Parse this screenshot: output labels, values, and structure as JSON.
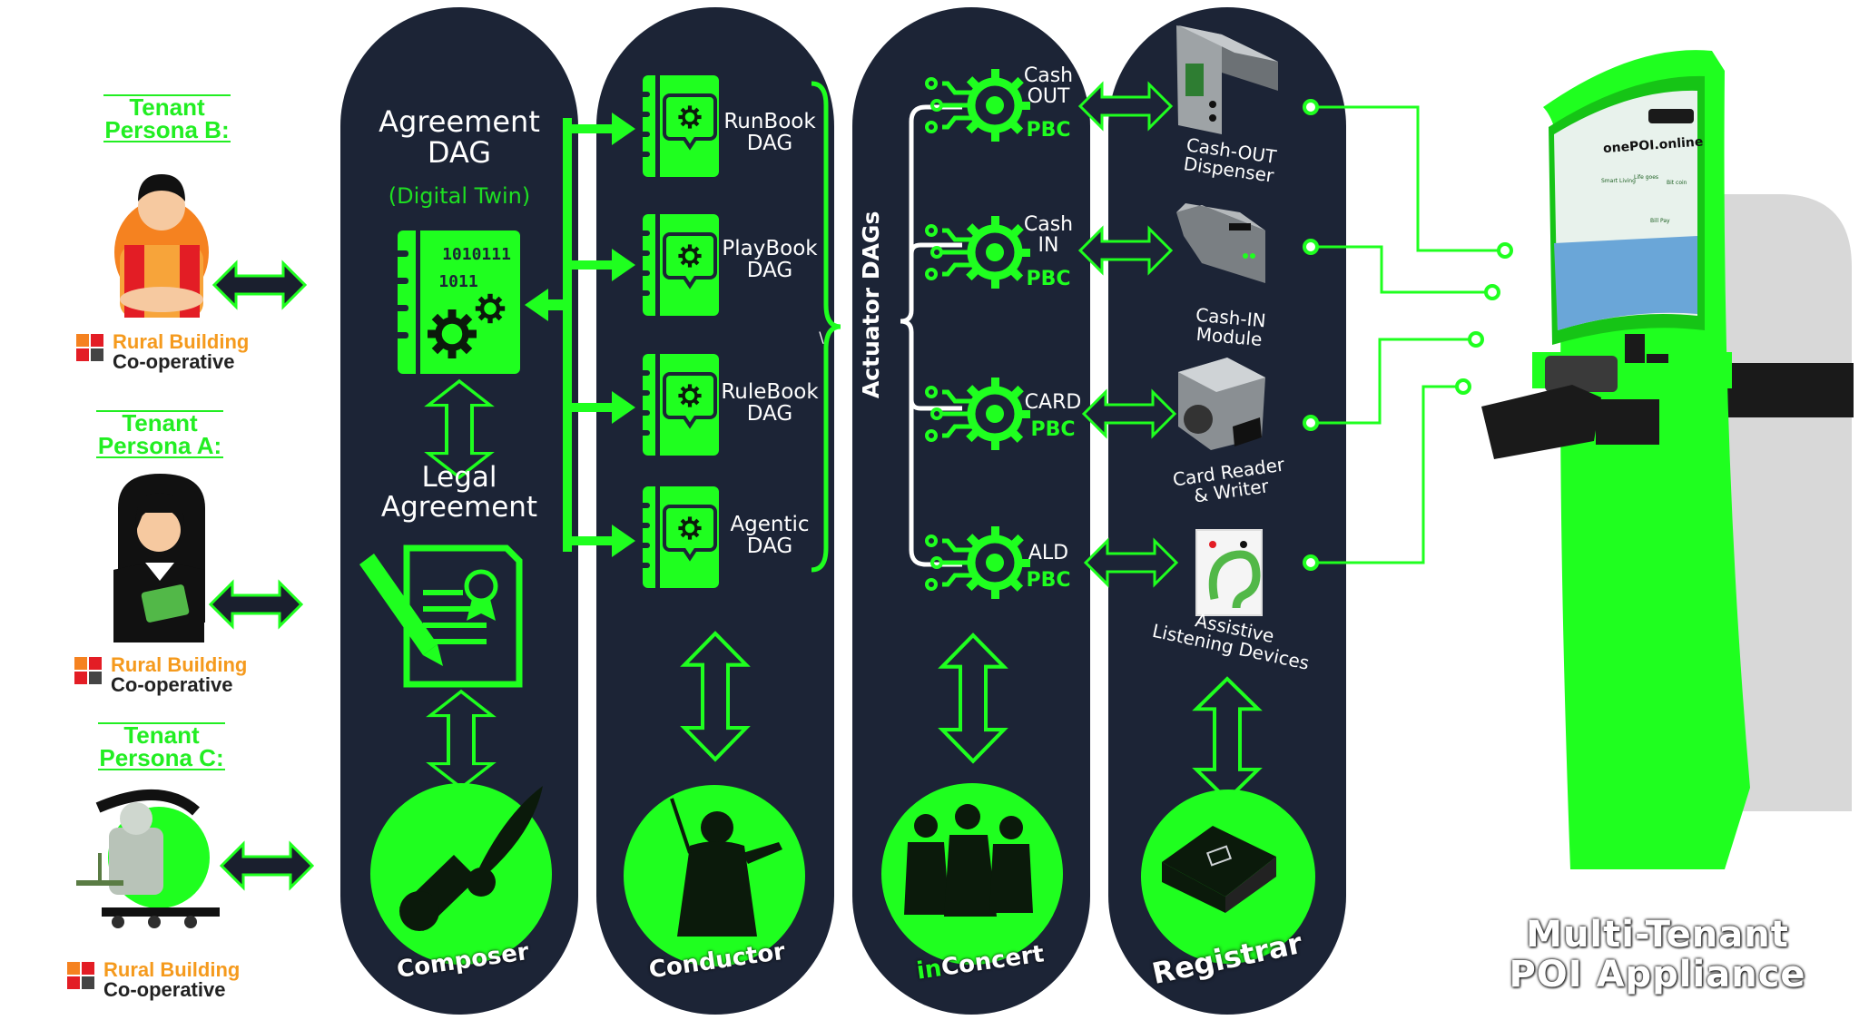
{
  "tenants": [
    {
      "label": "Tenant\nPersona B:",
      "org_top": "Rural Building",
      "org_bottom": "Co-operative"
    },
    {
      "label": "Tenant\nPersona A:",
      "org_top": "Rural Building",
      "org_bottom": "Co-operative"
    },
    {
      "label": "Tenant\nPersona C:",
      "org_top": "Rural Building",
      "org_bottom": "Co-operative"
    }
  ],
  "composer": {
    "title": "Agreement\nDAG",
    "subtitle": "(Digital Twin)",
    "binary_line1": "1010111",
    "binary_line2": "1011",
    "legal": "Legal\nAgreement",
    "badge": "Composer"
  },
  "conductor": {
    "dags": [
      "RunBook\nDAG",
      "PlayBook\nDAG",
      "RuleBook\nDAG",
      "Agentic\nDAG"
    ],
    "badge": "Conductor",
    "mark": "\\"
  },
  "inconcert": {
    "vertical_label": "Actuator DAGs",
    "pbcs": [
      {
        "top": "Cash\nOUT",
        "pbc": "PBC"
      },
      {
        "top": "Cash\nIN",
        "pbc": "PBC"
      },
      {
        "top": "CARD",
        "pbc": "PBC"
      },
      {
        "top": "ALD",
        "pbc": "PBC"
      }
    ],
    "badge_prefix": "in",
    "badge_rest": "Concert"
  },
  "registrar": {
    "devices": [
      "Cash-OUT\nDispenser",
      "Cash-IN\nModule",
      "Card Reader\n& Writer",
      "Assistive\nListening Devices"
    ],
    "badge": "Registrar"
  },
  "kiosk": {
    "brand": "onePOI.online",
    "screen_text": [
      "Smart Living",
      "Life goes",
      "Bit coin",
      "Bill Pay"
    ]
  },
  "footer": "Multi-Tenant\nPOI Appliance",
  "colors": {
    "accent": "#1fff1f",
    "panel": "#1c2436",
    "dark": "#1a1f2e"
  }
}
